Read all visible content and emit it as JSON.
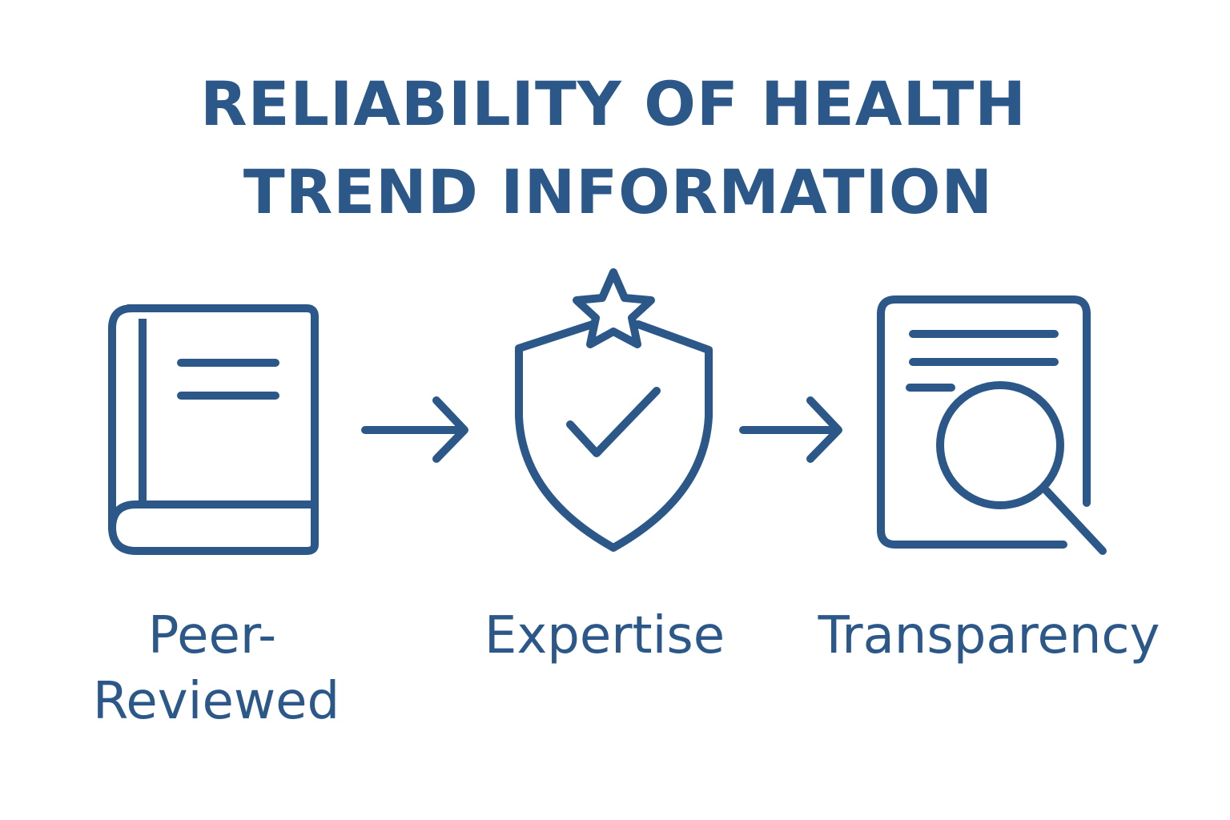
{
  "title": {
    "line1": "RELIABILITY OF HEALTH",
    "line2": "TREND INFORMATION"
  },
  "colors": {
    "primary": "#2b5889",
    "background": "#ffffff"
  },
  "steps": [
    {
      "label_line1": "Peer-",
      "label_line2": "Reviewed",
      "icon": "book-icon"
    },
    {
      "label": "Expertise",
      "icon": "shield-check-star-icon"
    },
    {
      "label": "Transparency",
      "icon": "document-magnifier-icon"
    }
  ],
  "connectors": [
    {
      "icon": "arrow-right-icon",
      "from": "Peer-Reviewed",
      "to": "Expertise"
    },
    {
      "icon": "arrow-right-icon",
      "from": "Expertise",
      "to": "Transparency"
    }
  ]
}
